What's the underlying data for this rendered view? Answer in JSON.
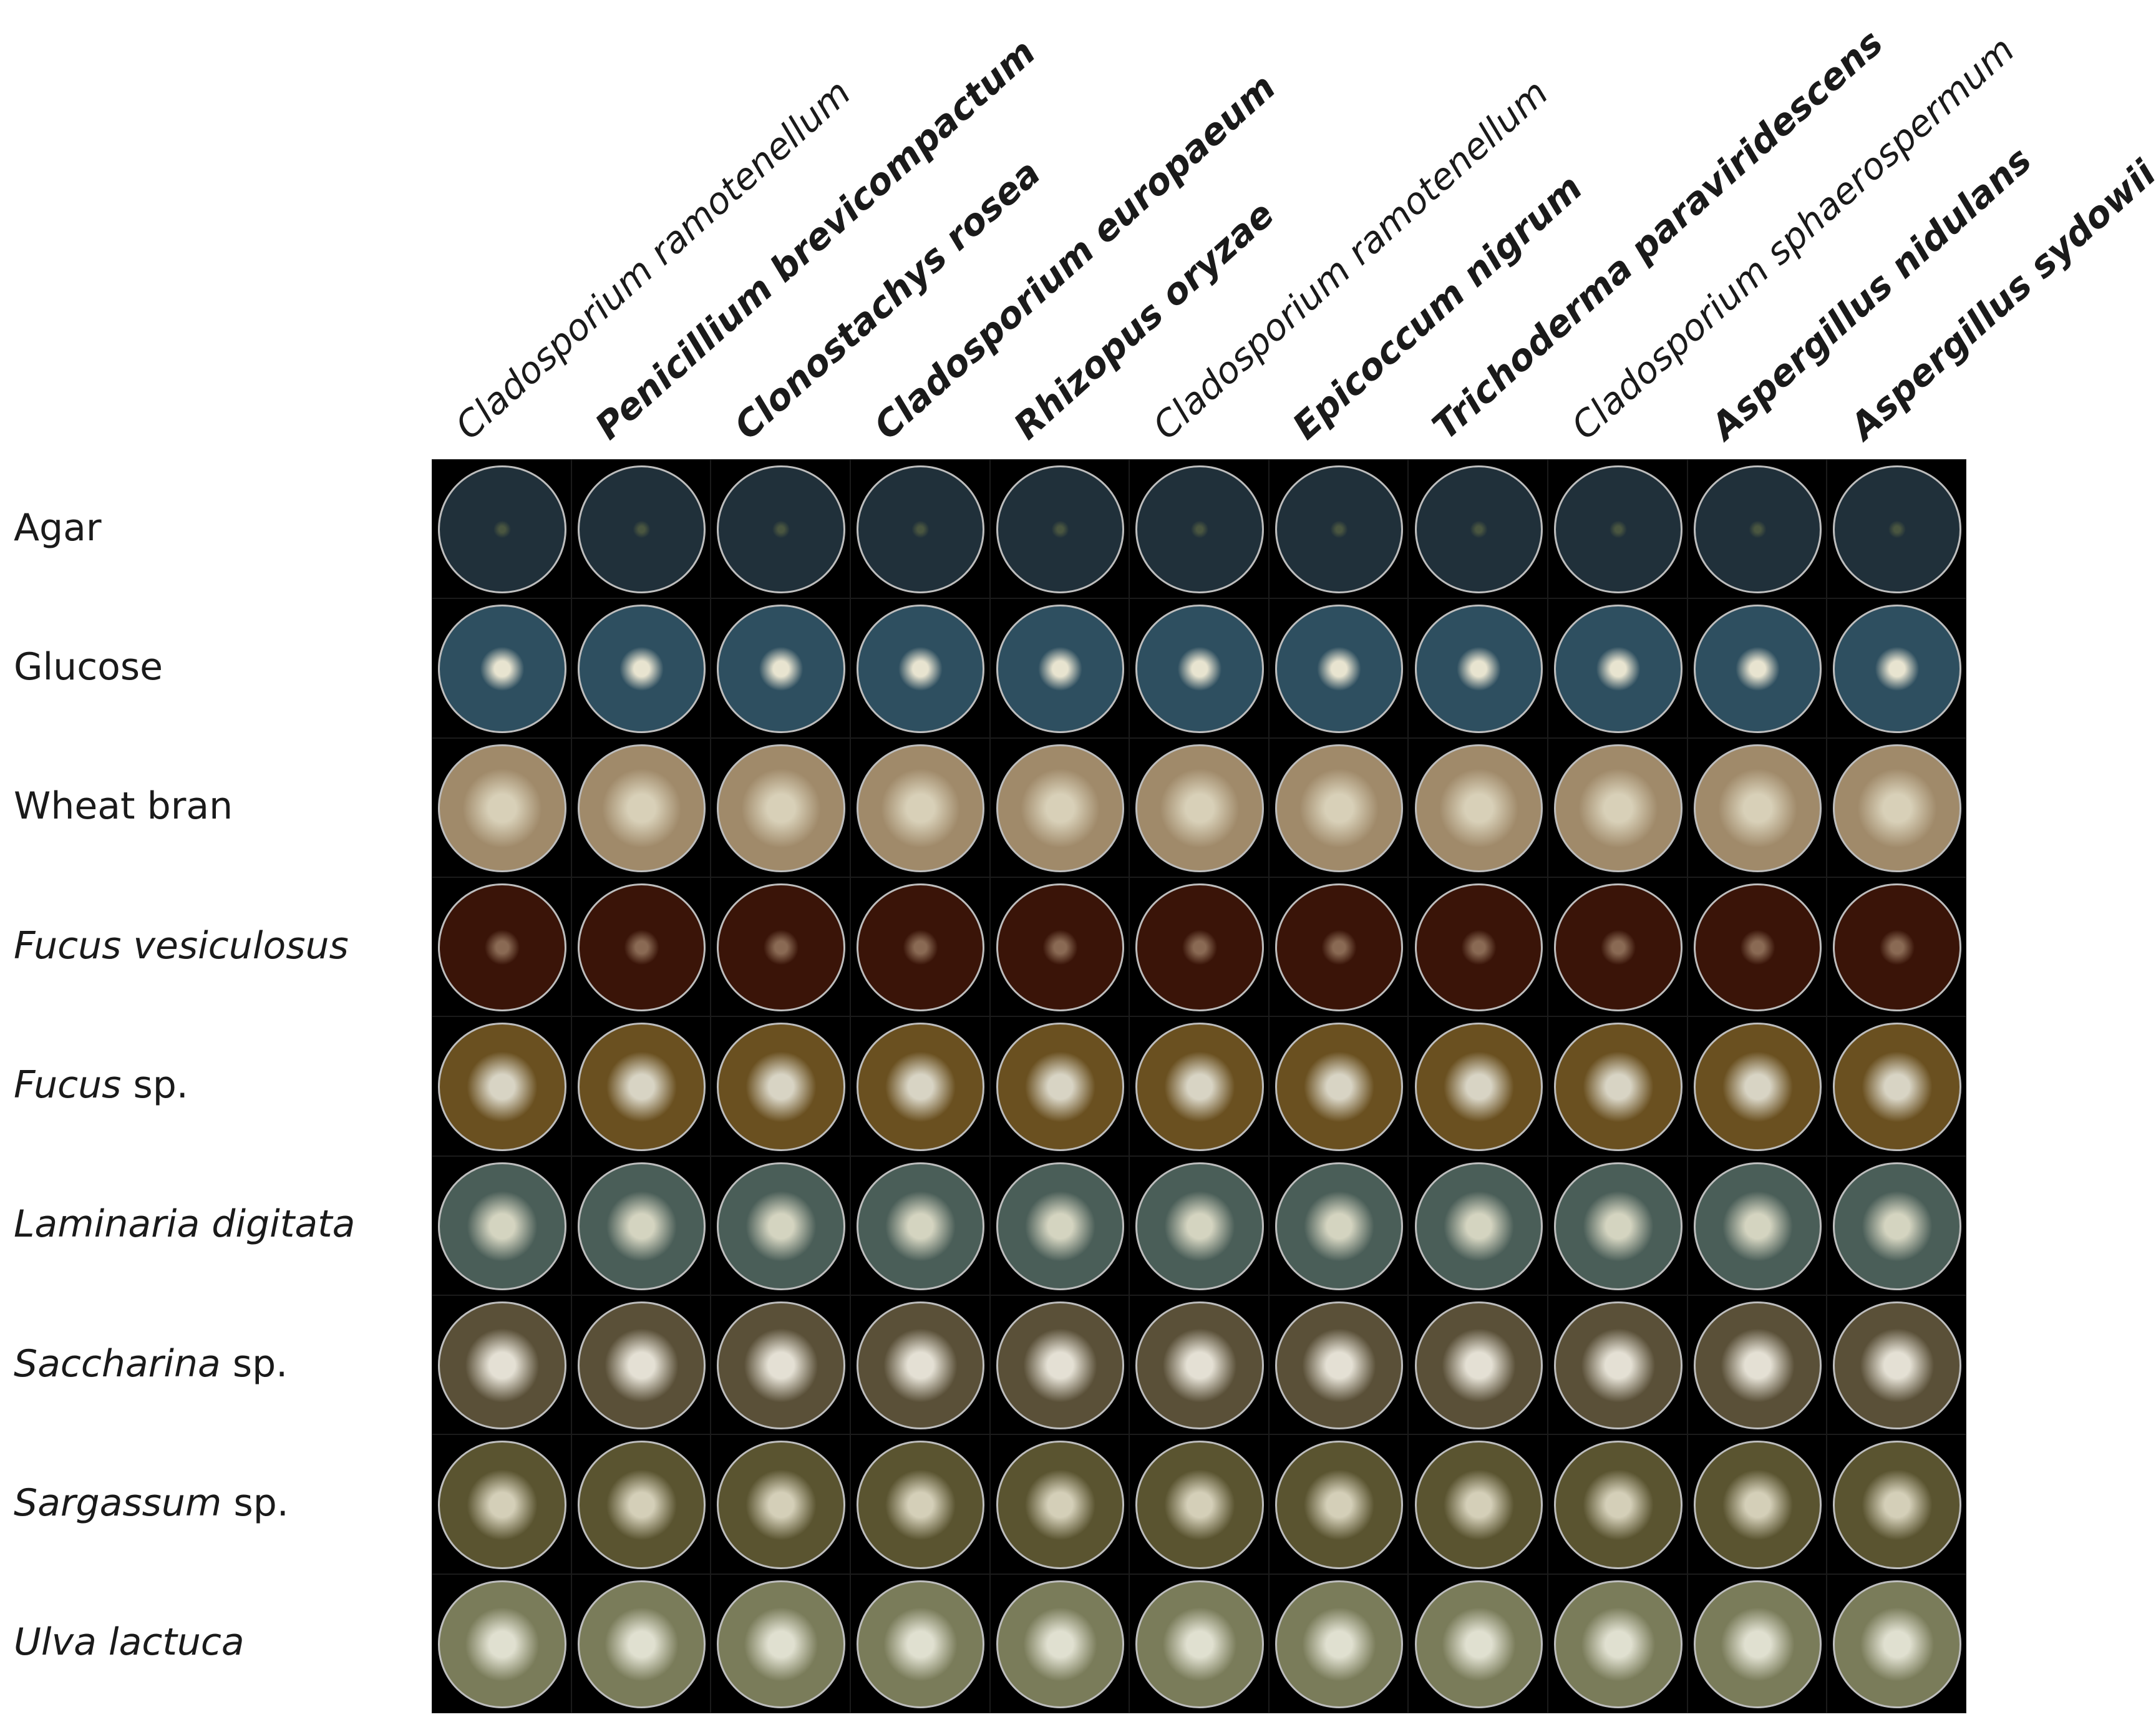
{
  "columns": [
    {
      "label": "Cladosporium ramotenellum",
      "style": "italic"
    },
    {
      "label": "Penicillium brevicompactum",
      "style": "bold"
    },
    {
      "label": "Clonostachys rosea",
      "style": "bold"
    },
    {
      "label": "Cladosporium europaeum",
      "style": "bold"
    },
    {
      "label": "Rhizopus oryzae",
      "style": "bold"
    },
    {
      "label": "Cladosporium ramotenellum",
      "style": "italic"
    },
    {
      "label": "Epicoccum nigrum",
      "style": "bold"
    },
    {
      "label": "Trichoderma paraviridescens",
      "style": "bold"
    },
    {
      "label": "Cladosporium sphaerospermum",
      "style": "italic"
    },
    {
      "label": "Aspergillus nidulans",
      "style": "bold"
    },
    {
      "label": "Aspergillus sydowii",
      "style": "bold"
    }
  ],
  "rows": [
    {
      "name": "Agar",
      "italic": "",
      "plain": "Agar",
      "agar": "#20303a",
      "edge": "#32485a",
      "colony": "#4a5640",
      "fill": 0.1
    },
    {
      "name": "Glucose",
      "italic": "",
      "plain": "Glucose",
      "agar": "#2e4f60",
      "edge": "#5d7a86",
      "colony": "#e8e4d0",
      "fill": 0.25
    },
    {
      "name": "Wheat bran",
      "italic": "",
      "plain": "Wheat bran",
      "agar": "#a08a6a",
      "edge": "#c4b090",
      "colony": "#d8d0b8",
      "fill": 0.45
    },
    {
      "name": "Fucus vesiculosus",
      "italic": "Fucus vesiculosus",
      "plain": "",
      "agar": "#3a1408",
      "edge": "#6b2c14",
      "colony": "#8a6a54",
      "fill": 0.2
    },
    {
      "name": "Fucus sp.",
      "italic": "Fucus",
      "plain": " sp.",
      "agar": "#6a5020",
      "edge": "#9a8050",
      "colony": "#d8d4c4",
      "fill": 0.4
    },
    {
      "name": "Laminaria digitata",
      "italic": "Laminaria digitata",
      "plain": "",
      "agar": "#4a5e58",
      "edge": "#8a9a8a",
      "colony": "#d4d4c0",
      "fill": 0.4
    },
    {
      "name": "Saccharina sp.",
      "italic": "Saccharina",
      "plain": " sp.",
      "agar": "#5a5038",
      "edge": "#8a8064",
      "colony": "#e4e0d4",
      "fill": 0.42
    },
    {
      "name": "Sargassum sp.",
      "italic": "Sargassum",
      "plain": " sp.",
      "agar": "#5a5430",
      "edge": "#8e8a60",
      "colony": "#d4cfb8",
      "fill": 0.4
    },
    {
      "name": "Ulva lactuca",
      "italic": "Ulva lactuca",
      "plain": "",
      "agar": "#7a7c5a",
      "edge": "#aeae90",
      "colony": "#e0e0d0",
      "fill": 0.42
    }
  ]
}
